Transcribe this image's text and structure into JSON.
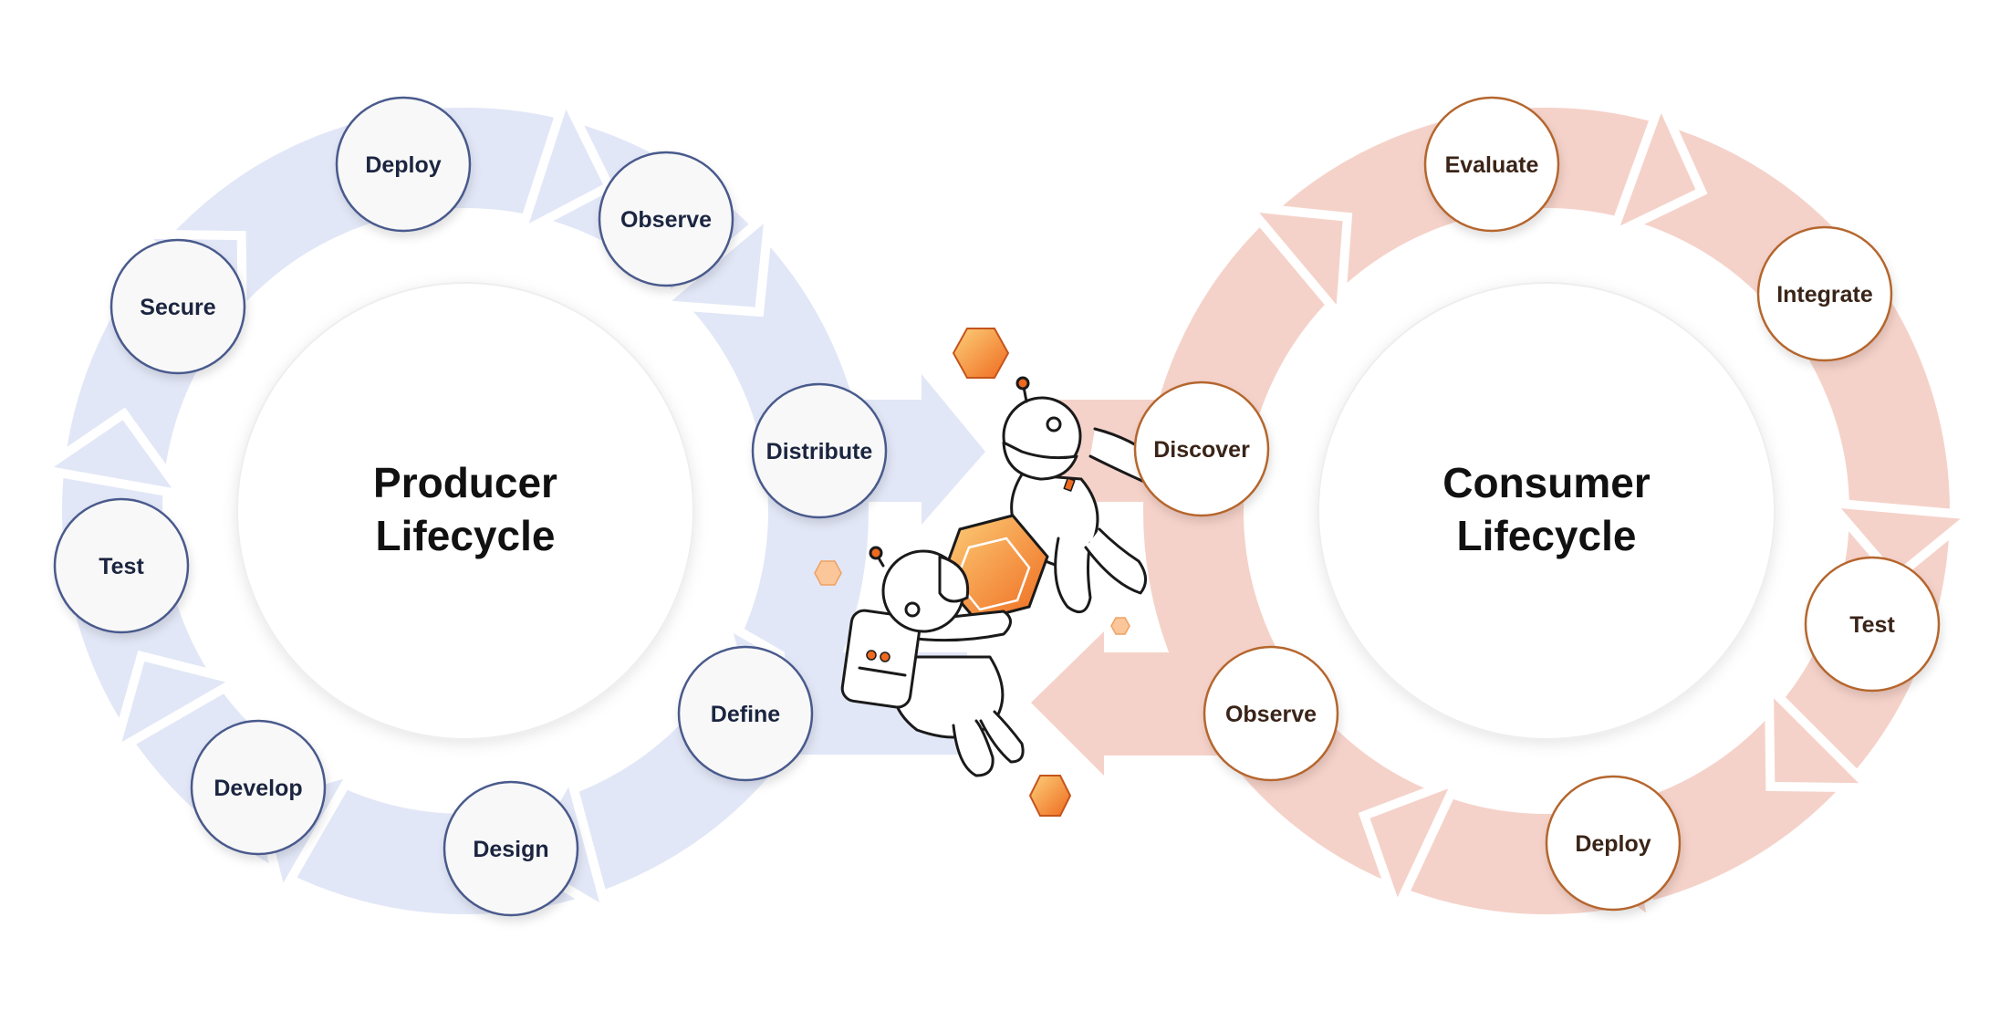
{
  "producer": {
    "title_line1": "Producer",
    "title_line2": "Lifecycle",
    "colors": {
      "ring": "#e2e7f7",
      "node_border": "#4a5a8c",
      "node_fill": "#f8f8f8",
      "text": "#1b2540"
    },
    "stages": [
      "Deploy",
      "Observe",
      "Distribute",
      "Define",
      "Design",
      "Develop",
      "Test",
      "Secure"
    ]
  },
  "consumer": {
    "title_line1": "Consumer",
    "title_line2": "Lifecycle",
    "colors": {
      "ring": "#f5d2c9",
      "node_border": "#b5662e",
      "node_fill": "#ffffff",
      "text": "#3a2418"
    },
    "stages": [
      "Evaluate",
      "Integrate",
      "Test",
      "Deploy",
      "Observe",
      "Discover"
    ]
  },
  "accent": {
    "orange_light": "#fcd07a",
    "orange_dark": "#ef6a1f",
    "line": "#1a1a1a"
  }
}
